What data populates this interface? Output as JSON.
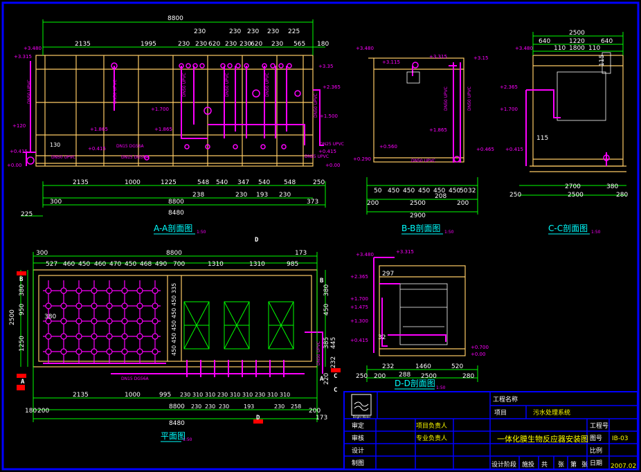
{
  "views": {
    "aa": {
      "title": "A-A剖面图",
      "scale": "1:50",
      "top_dims": [
        "8800",
        "2135",
        "1995",
        "230",
        "230",
        "230",
        "230",
        "230",
        "620",
        "230",
        "230",
        "620",
        "230",
        "230",
        "225",
        "565",
        "180"
      ],
      "bottom_dims": [
        "2135",
        "1000",
        "1225",
        "548",
        "540",
        "347",
        "540",
        "548",
        "250",
        "238",
        "230",
        "193",
        "230",
        "300",
        "8800",
        "8480",
        "373",
        "225"
      ],
      "levels": [
        "+3.480",
        "+3.315",
        "+3.35",
        "+2.365",
        "+1.700",
        "+1.865",
        "+1.865",
        "+1.500",
        "+0.415",
        "+0.415",
        "+0.00",
        "+0.00",
        "+0.415"
      ],
      "notes": [
        "DN50 UPVC",
        "DN50 UPVC",
        "DN50 UPVC",
        "DN50 UPVC",
        "DN50 UPVC",
        "DN50 UPVC",
        "DN25 UPVC",
        "DN25 UPVC",
        "DN15 DG56A",
        "DN15 DG56A",
        "DN50 UPVC",
        "130",
        "+120"
      ]
    },
    "bb": {
      "title": "B-B剖面图",
      "scale": "1:50",
      "dims": [
        "50",
        "450",
        "450",
        "450",
        "450",
        "450",
        "50",
        "32",
        "208",
        "200",
        "2500",
        "200",
        "2900"
      ],
      "levels": [
        "+3.480",
        "+3.115",
        "+3.315",
        "+3.15",
        "+1.865",
        "+0.560",
        "+0.290",
        "+0.465"
      ],
      "notes": [
        "DN50 UPVC",
        "DN50 UPVC",
        "DN50 UPVC"
      ]
    },
    "cc": {
      "title": "C-C剖面图",
      "scale": "1:50",
      "dims": [
        "2500",
        "640",
        "1220",
        "640",
        "110",
        "1800",
        "110",
        "115",
        "115",
        "2700",
        "250",
        "2500",
        "280",
        "380"
      ],
      "levels": [
        "+3.480",
        "+2.365",
        "+1.700",
        "+0.415"
      ]
    },
    "dd": {
      "title": "D-D剖面图",
      "scale": "1:50",
      "dims": [
        "232",
        "1460",
        "520",
        "250",
        "200",
        "288",
        "2500",
        "280",
        "297",
        "32"
      ],
      "levels": [
        "+3.480",
        "+3.315",
        "+2.365",
        "+1.700",
        "+1.475",
        "+1.300",
        "+0.415",
        "+0.700",
        "+0.00"
      ]
    },
    "plan": {
      "title": "平面图",
      "scale": "1:50",
      "top_dims": [
        "300",
        "8800",
        "173",
        "527",
        "460",
        "450",
        "460",
        "470",
        "450",
        "468",
        "490",
        "700",
        "1310",
        "1310",
        "985"
      ],
      "bottom_dims": [
        "2135",
        "1000",
        "995",
        "230",
        "310",
        "310",
        "230",
        "310",
        "310",
        "230",
        "310",
        "310",
        "180",
        "200",
        "8800",
        "200",
        "8480",
        "230",
        "230",
        "230",
        "193",
        "230",
        "258",
        "173"
      ],
      "side_dims": [
        "2500",
        "380",
        "950",
        "1250",
        "380",
        "380",
        "450",
        "385",
        "445",
        "450",
        "450",
        "450",
        "450",
        "450",
        "335",
        "220",
        "232"
      ],
      "section_marks": [
        "B",
        "A",
        "C",
        "D",
        "D",
        "B",
        "A",
        "C"
      ],
      "notes": [
        "DN15 DG56A",
        "DN50 UPVC"
      ]
    }
  },
  "title_block": {
    "logo_text": "Bright Water",
    "project_name_label": "工程名称",
    "project_label": "项目",
    "project_value": "污水处理系统",
    "left_labels": [
      "审定",
      "审核",
      "设计",
      "制图"
    ],
    "mid_labels": [
      "项目负责人",
      "专业负责人"
    ],
    "drawing_title": "一体化膜生物反应器安装图",
    "right_labels": [
      "工程号",
      "图号",
      "比例",
      "日期"
    ],
    "drawing_no": "IB-03",
    "date": "2007.02",
    "bottom_row": [
      "设计阶段",
      "施投",
      "共",
      "张",
      "第",
      "张"
    ]
  },
  "colors": {
    "background": "#000000",
    "frame": "#0000ff",
    "tank": "#ffcc66",
    "pipe": "#ff00ff",
    "dimension": "#00ff00",
    "title": "#00ffff",
    "text": "#ffffff",
    "highlight": "#ffff00"
  }
}
